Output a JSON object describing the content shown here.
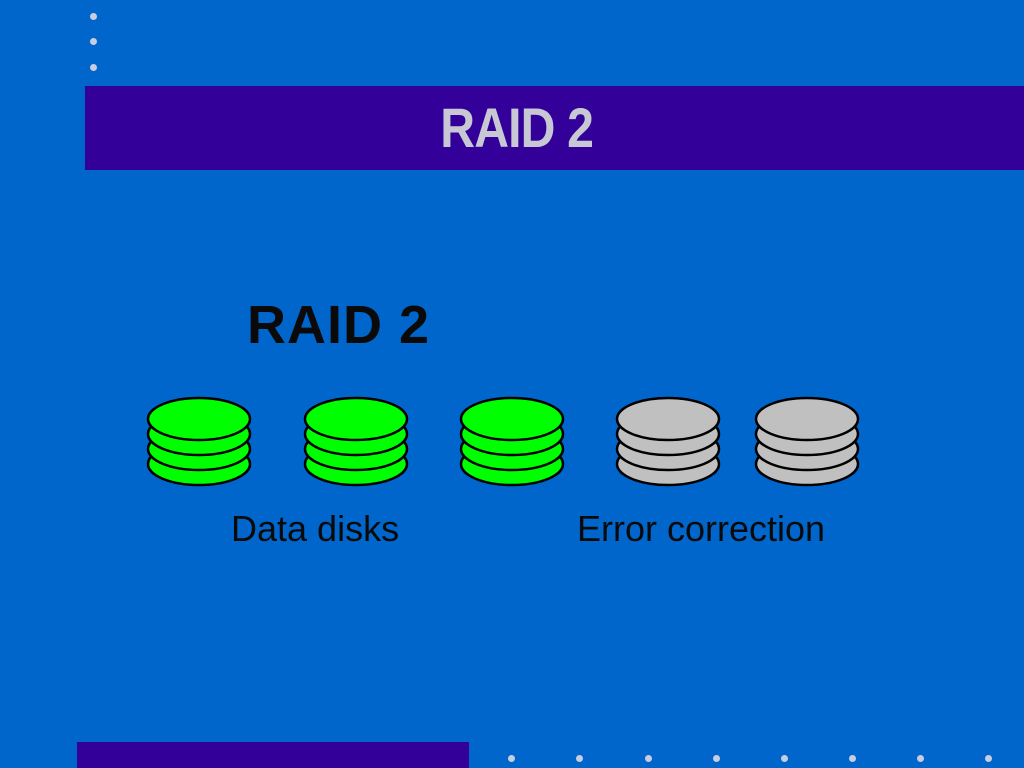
{
  "slide": {
    "title": "RAID 2",
    "background_color": "#0066cc",
    "band_color": "#330099",
    "title_color": "#c8c8d4",
    "dot_color": "#c9cede"
  },
  "diagram": {
    "heading": "RAID 2",
    "data_disks": {
      "label": "Data disks",
      "count": 3,
      "platters_per_disk": 4,
      "color": "#00ff00"
    },
    "error_correction_disks": {
      "label": "Error correction",
      "count": 2,
      "platters_per_disk": 4,
      "color": "#c0c0c0"
    },
    "outline_color": "#000000"
  }
}
